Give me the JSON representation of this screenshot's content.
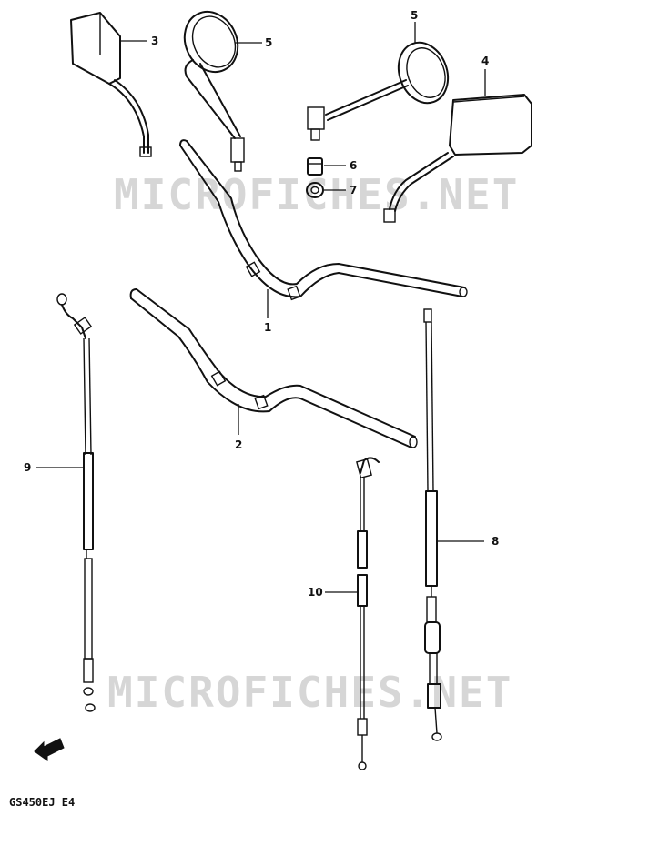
{
  "watermark": "MICROFICHES.NET",
  "model_code": "GS450EJ E4",
  "callouts": {
    "p1": "1",
    "p2": "2",
    "p3": "3",
    "p4": "4",
    "p5a": "5",
    "p5b": "5",
    "p6": "6",
    "p7": "7",
    "p8": "8",
    "p9": "9",
    "p10": "10"
  }
}
